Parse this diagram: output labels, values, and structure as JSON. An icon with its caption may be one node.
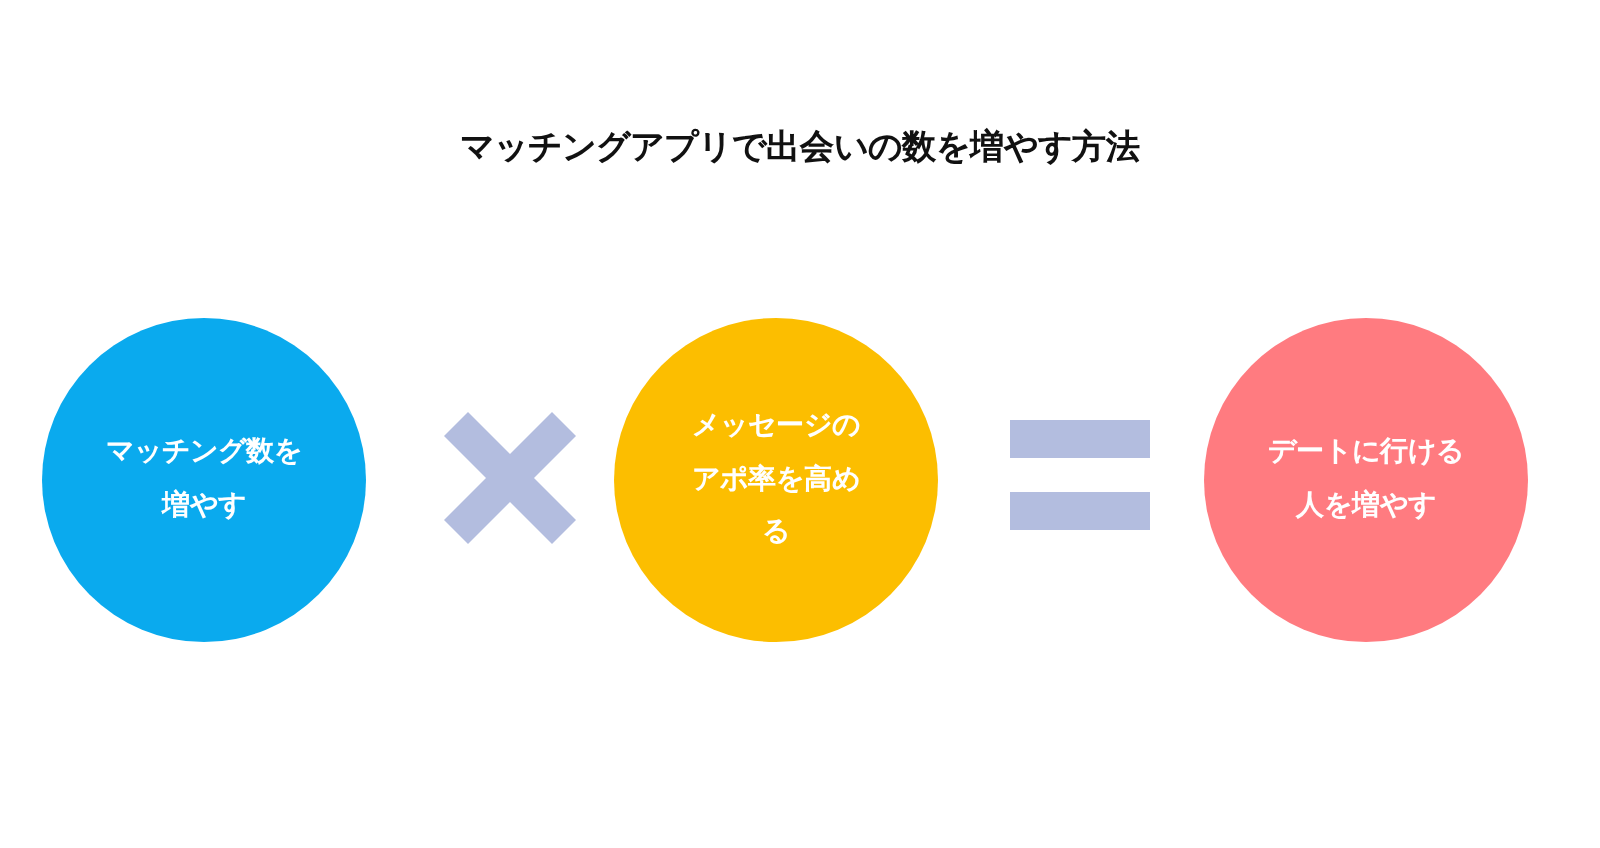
{
  "diagram": {
    "title": "マッチングアプリで出会いの数を増やす方法",
    "nodes": [
      {
        "text": [
          "マッチング数を増やす"
        ]
      },
      {
        "text": [
          "メッセージのアポ率を高める"
        ]
      },
      {
        "text": [
          "デートに行ける人を増やす"
        ]
      }
    ],
    "edges": []
  }
}
